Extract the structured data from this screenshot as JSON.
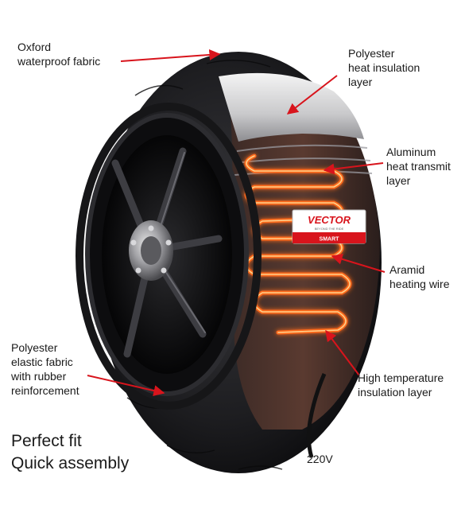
{
  "labels": {
    "oxford": "Oxford\nwaterproof  fabric",
    "polyester_insulation": "Polyester\nheat insulation\nlayer",
    "aluminum": "Aluminum\nheat transmit\nlayer",
    "aramid": "Aramid\nheating wire",
    "high_temp": "High temperature\ninsulation layer",
    "polyester_elastic": "Polyester\nelastic fabric\nwith rubber\nreinforcement",
    "voltage": "220V"
  },
  "slogan": {
    "line1": "Perfect fit",
    "line2": "Quick assembly"
  },
  "brand": {
    "name": "VECTOR",
    "tagline": "BEYOND THE RIDE",
    "model": "SMART"
  },
  "colors": {
    "arrow": "#d8141c",
    "brand_red": "#d8141c",
    "wire_glow": "#ff6a1a",
    "fabric": "#1b1b1d"
  }
}
